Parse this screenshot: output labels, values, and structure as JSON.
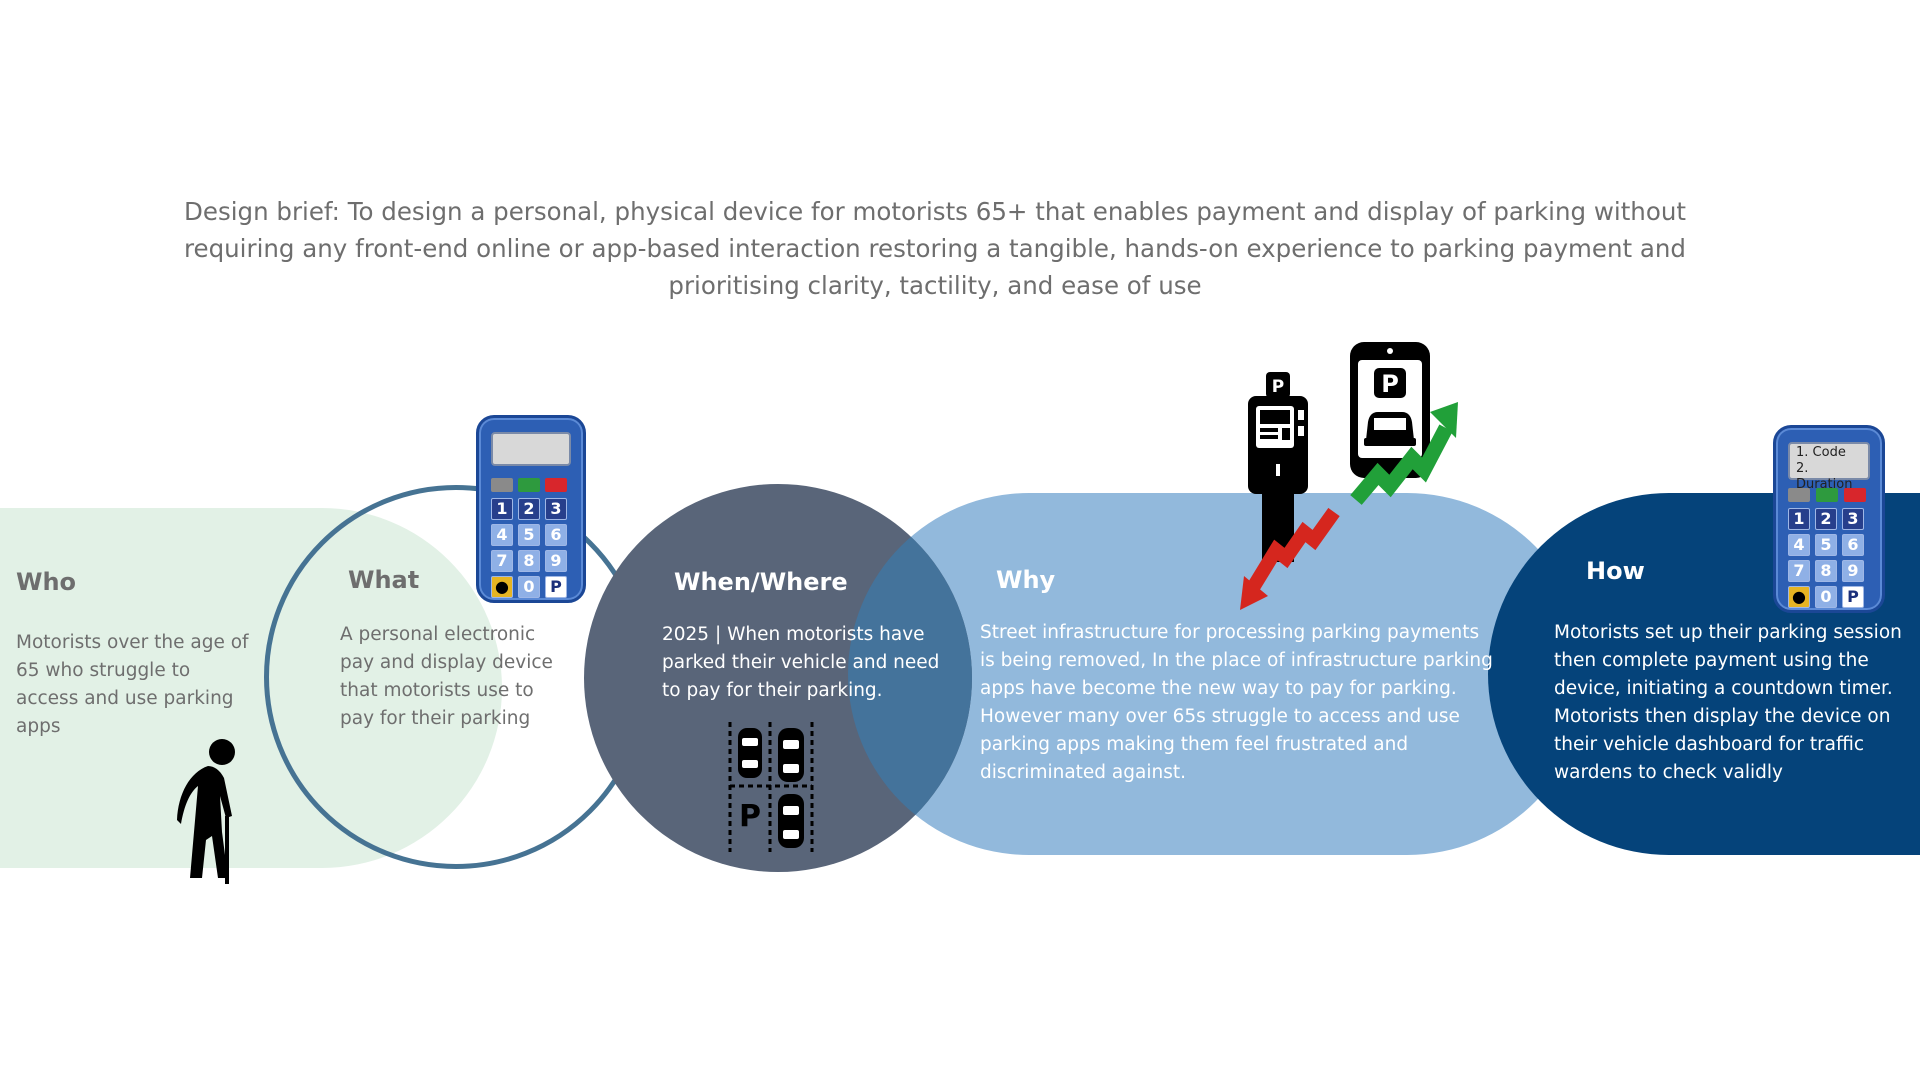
{
  "brief": "Design brief: To design a personal, physical device for motorists 65+ that enables payment and display of parking without requiring any front-end online or app-based interaction restoring a tangible, hands-on experience to parking payment and prioritising clarity, tactility, and ease of use",
  "sections": {
    "who": {
      "title": "Who",
      "body": "Motorists over the age of 65 who struggle to access and use parking apps"
    },
    "what": {
      "title": "What",
      "body": "A personal electronic pay and display device that motorists use to pay for their parking"
    },
    "when": {
      "title": "When/Where",
      "body": "2025 | When motorists have parked their vehicle and need to pay for their parking."
    },
    "why": {
      "title": "Why",
      "body": "Street infrastructure for processing parking payments is being removed, In the place of infrastructure parking apps have become the new way to pay for parking. However many over 65s struggle to access and use parking apps making them feel frustrated and discriminated against."
    },
    "how": {
      "title": "How",
      "body": "Motorists set up their parking session then complete payment using the device, initiating  a countdown timer. Motorists then display the device on their vehicle dashboard for traffic wardens to check validly"
    }
  },
  "device_screen": {
    "line1": "1.   Code",
    "line2": "2. Duration"
  },
  "keys": [
    "1",
    "2",
    "3",
    "4",
    "5",
    "6",
    "7",
    "8",
    "9",
    "0"
  ],
  "parking_letter": "P",
  "colors": {
    "who": "#e2f1e6",
    "what_ring": "#467393",
    "when": "#596579",
    "why": "#92b9dc",
    "overlap": "#44739b",
    "how": "#05437a",
    "text_grey": "#6e6e6e",
    "arrow_up": "#21a039",
    "arrow_down": "#d5261e"
  },
  "icons": [
    "elderly-person-icon",
    "pay-device-icon",
    "parking-lot-icon",
    "parking-meter-icon",
    "parking-phone-icon",
    "arrow-up-icon",
    "arrow-down-icon"
  ]
}
